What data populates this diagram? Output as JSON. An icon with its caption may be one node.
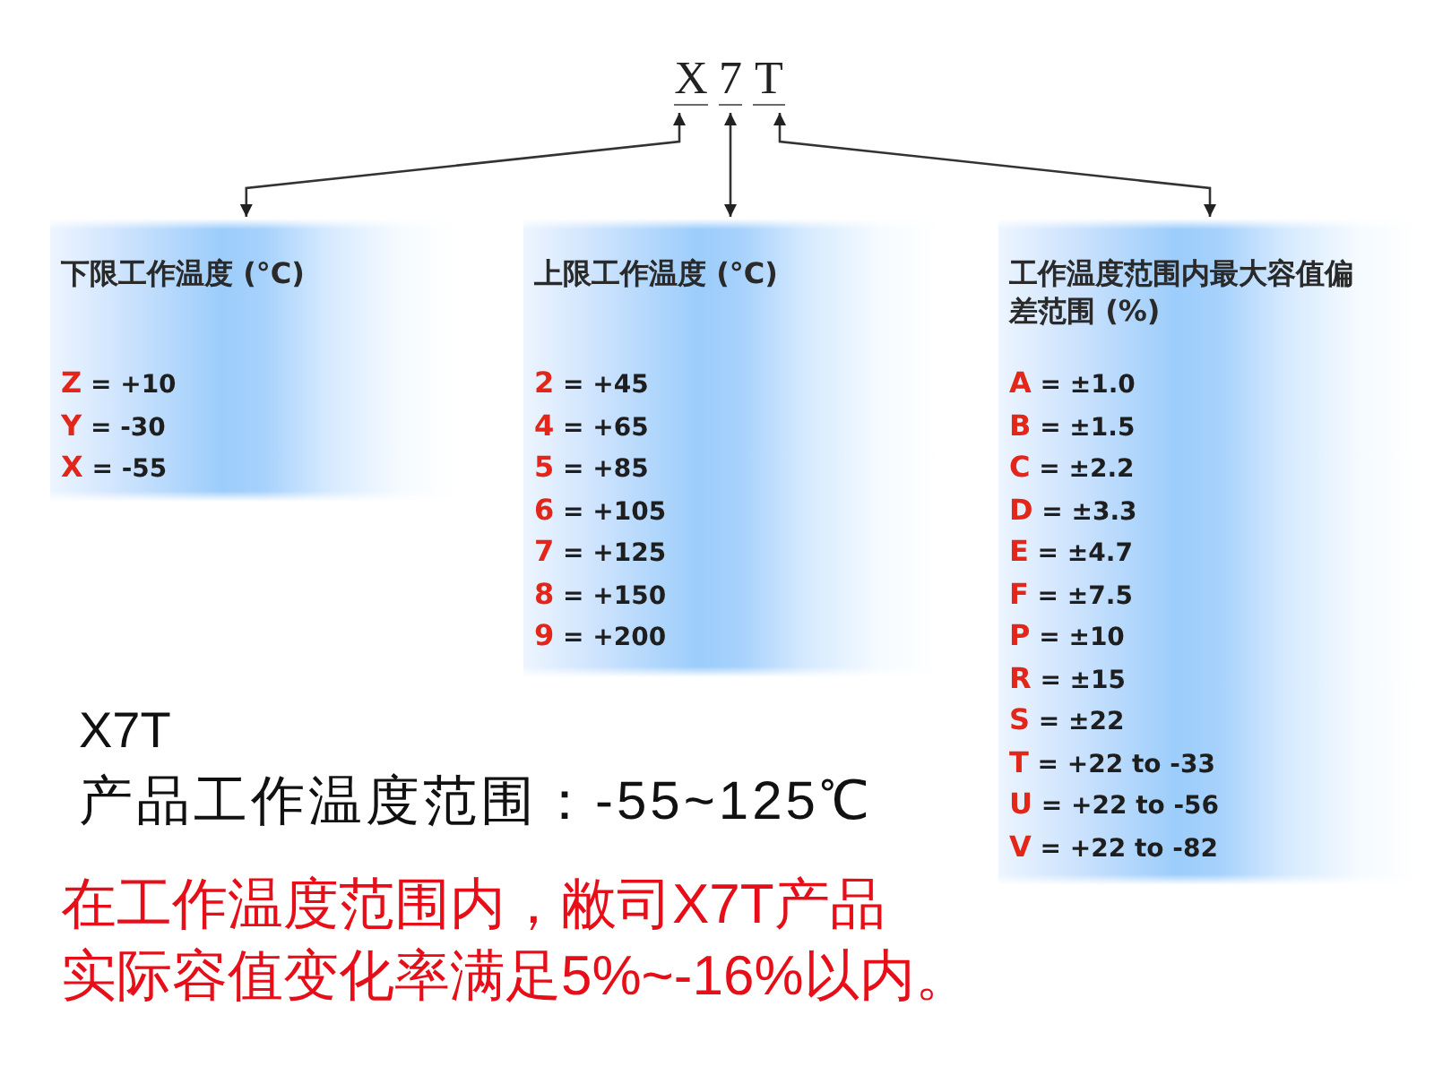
{
  "diagram": {
    "nodes": [
      {
        "text": [
          "X"
        ]
      },
      {
        "text": [
          "7"
        ]
      },
      {
        "text": [
          "T"
        ]
      },
      {
        "text": [
          "下限工作温度 (°C)",
          "**Z** = +10",
          "**Y** = -30",
          "**X** = -55"
        ]
      },
      {
        "text": [
          "上限工作温度 (°C)",
          "**2** = +45",
          "**4** = +65",
          "**5** = +85",
          "**6** = +105",
          "**7** = +125",
          "**8** = +150",
          "**9** = +200"
        ]
      },
      {
        "text": [
          "工作温度范围内最大容值偏差范围 (%)",
          "**A** = ±1.0",
          "**B** = ±1.5",
          "**C** = ±2.2",
          "**D** = ±3.3",
          "**E** = ±4.7",
          "**F** = ±7.5",
          "**P** = ±10",
          "**R** = ±15",
          "**S** = ±22",
          "**T** = +22 to -33",
          "**U** = +22 to -56",
          "**V** = +22 to -82"
        ]
      }
    ],
    "edges": [
      {
        "from": 0,
        "to": 3,
        "arrow": "both"
      },
      {
        "from": 1,
        "to": 4,
        "arrow": "both"
      },
      {
        "from": 2,
        "to": 5,
        "arrow": "both"
      }
    ],
    "labels": [
      "X7T",
      "产品工作温度范围：-55~125℃",
      "在工作温度范围内，敝司X7T产品实际容值变化率满足5%~-16%以内。"
    ]
  }
}
